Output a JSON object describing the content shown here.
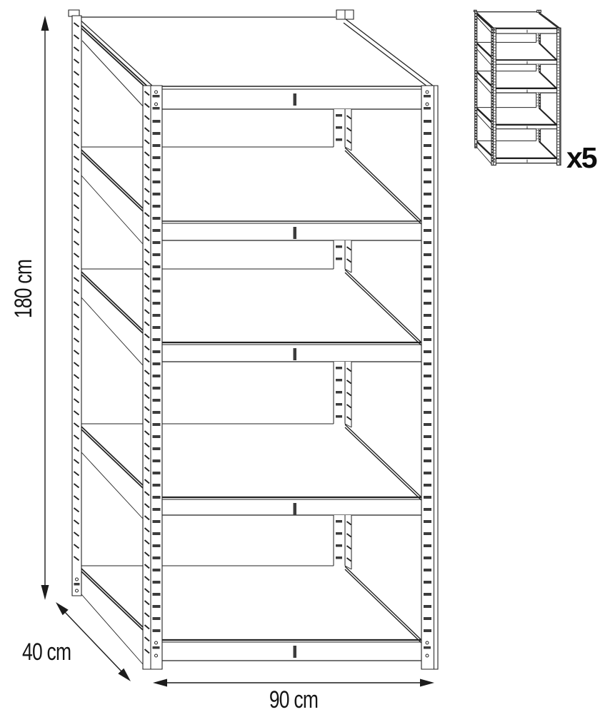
{
  "diagram": {
    "subject": "5-shelf boltless shelving unit dimension drawing",
    "shelf_count": 5,
    "dimensions": {
      "height_label": "180 cm",
      "depth_label": "40 cm",
      "width_label": "90 cm"
    },
    "thumbnail": {
      "multiplier_label": "x5"
    },
    "icons": {
      "height_arrow": "double-headed-vertical-dimension-arrow",
      "depth_arrow": "double-headed-diagonal-dimension-arrow",
      "width_arrow": "double-headed-horizontal-dimension-arrow"
    },
    "colors": {
      "line": "#222222",
      "dimension_line": "#1c1c1c",
      "slot": "#3c3c3c",
      "background": "#ffffff"
    }
  }
}
